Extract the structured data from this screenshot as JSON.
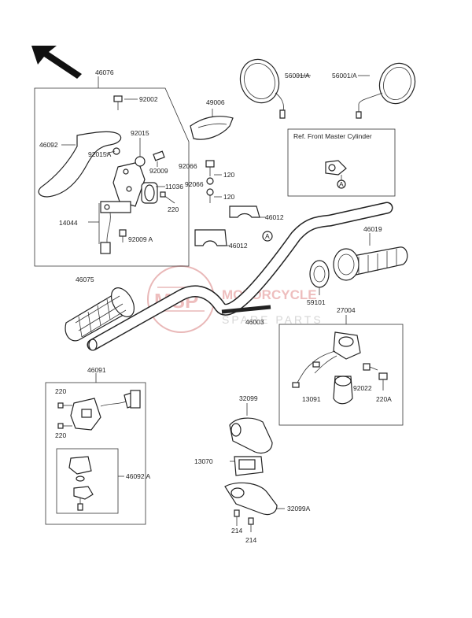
{
  "watermark": {
    "logo_text": "MSP",
    "line1": "MOTORCYCLE",
    "line2": "SPARE PARTS"
  },
  "boxes": {
    "ref_title": "Ref. Front Master Cylinder"
  },
  "labels": {
    "l46076": "46076",
    "l92002": "92002",
    "l46092": "46092",
    "l92015": "92015",
    "l92015A": "92015A",
    "l92009": "92009",
    "l11036": "11036",
    "l220a": "220",
    "l14044": "14044",
    "l92009A": "92009 A",
    "l49006": "49006",
    "l56001A_1": "56001/A",
    "l56001A_2": "56001/A",
    "l92066_1": "92066",
    "l120_1": "120",
    "l92066_2": "92066",
    "l120_2": "120",
    "l46012_1": "46012",
    "l46012_2": "46012",
    "l46019": "46019",
    "l46075": "46075",
    "l59101": "59101",
    "l46003": "46003",
    "l27004": "27004",
    "l92022": "92022",
    "l13091": "13091",
    "l220A": "220A",
    "l46091": "46091",
    "l220b": "220",
    "l220c": "220",
    "l46092A": "46092 A",
    "l32099": "32099",
    "l13070": "13070",
    "l32099A": "32099A",
    "l214a": "214",
    "l214b": "214",
    "markA1": "A",
    "markA2": "A"
  }
}
